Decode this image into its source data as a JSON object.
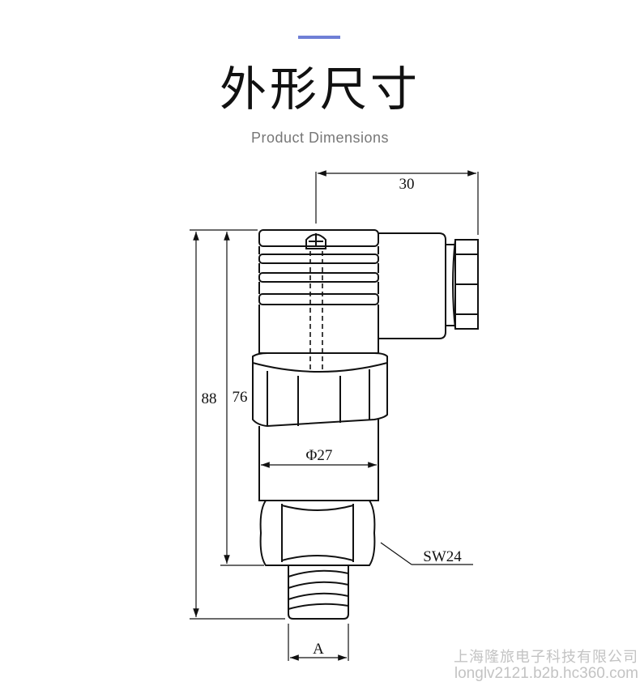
{
  "header": {
    "title": "外形尺寸",
    "subtitle": "Product  Dimensions",
    "accent_color": "#6f7fd6"
  },
  "dimensions": {
    "width_connector": "30",
    "height_total": "88",
    "height_body": "76",
    "diameter": "Φ27",
    "wrench_size": "SW24",
    "thread": "A"
  },
  "watermark": {
    "company": "上海隆旅电子科技有限公司",
    "url": "longlv2121.b2b.hc360.com"
  }
}
